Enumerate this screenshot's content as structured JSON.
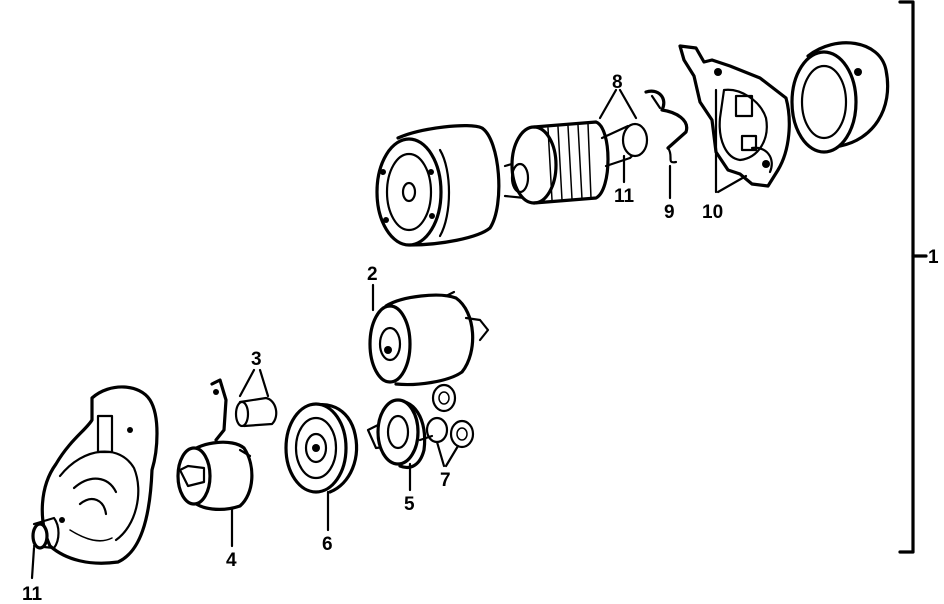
{
  "callouts": {
    "c1": "1",
    "c2": "2",
    "c3": "3",
    "c4": "4",
    "c5": "5",
    "c6": "6",
    "c7": "7",
    "c8": "8",
    "c9": "9",
    "c10": "10",
    "c11_top": "11",
    "c11_bottom": "11"
  },
  "colors": {
    "ink": "#000000",
    "paper": "#ffffff"
  }
}
